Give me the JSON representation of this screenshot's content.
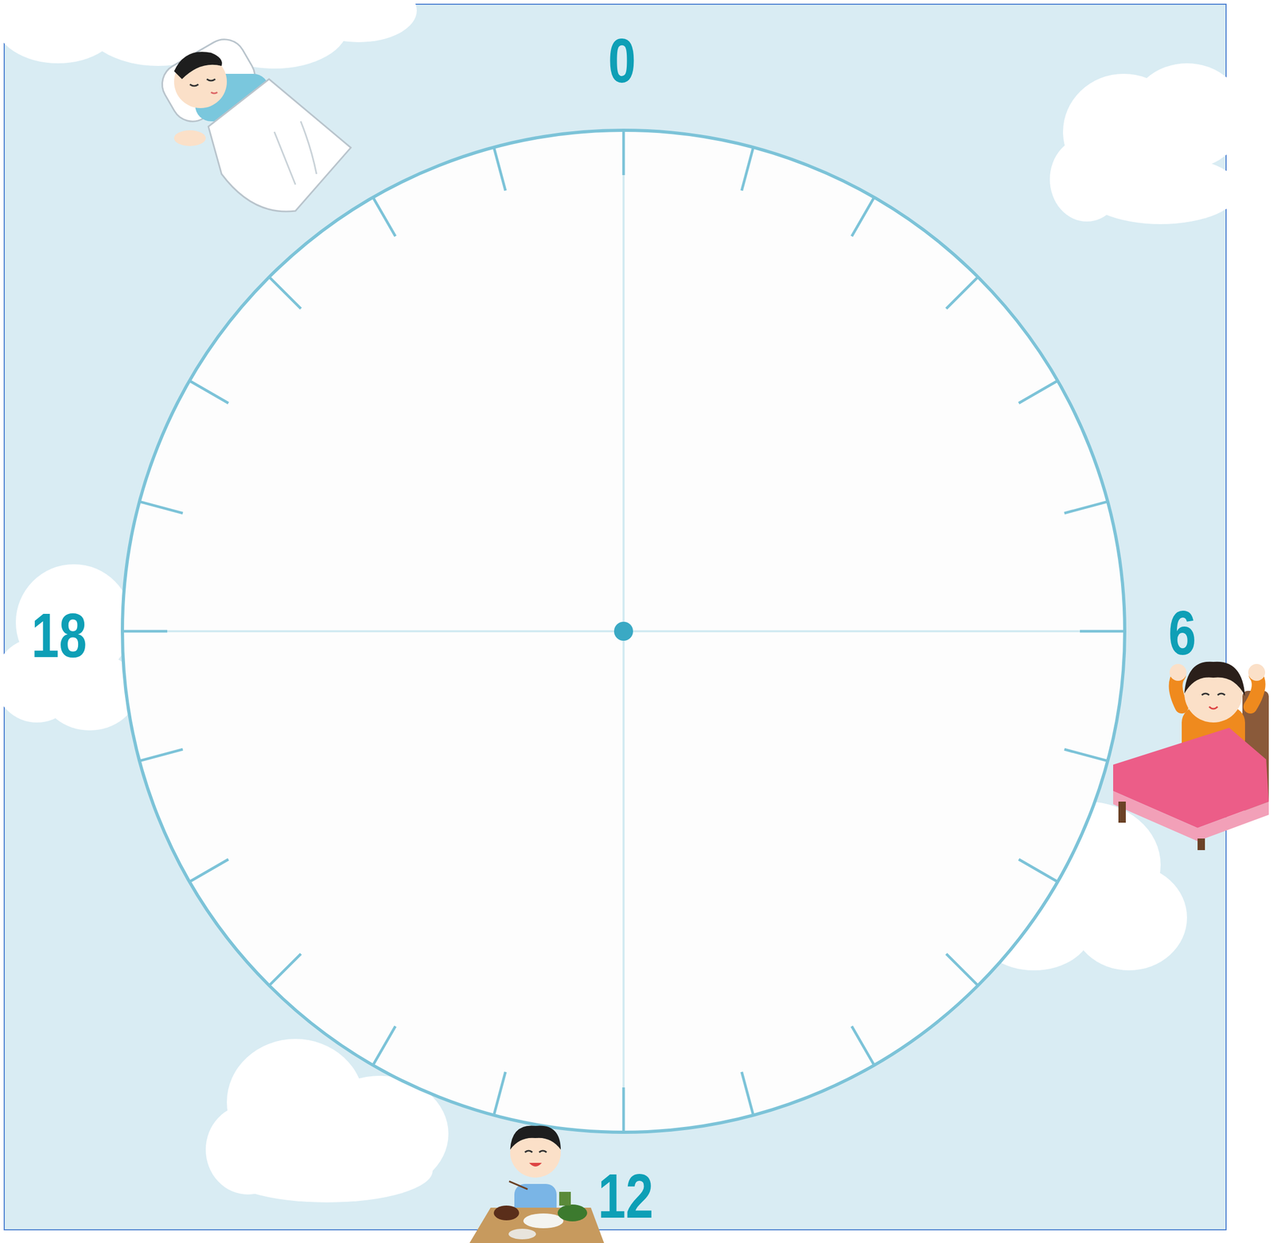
{
  "diagram": {
    "labels": [
      "0",
      "6",
      "12",
      "18"
    ]
  }
}
